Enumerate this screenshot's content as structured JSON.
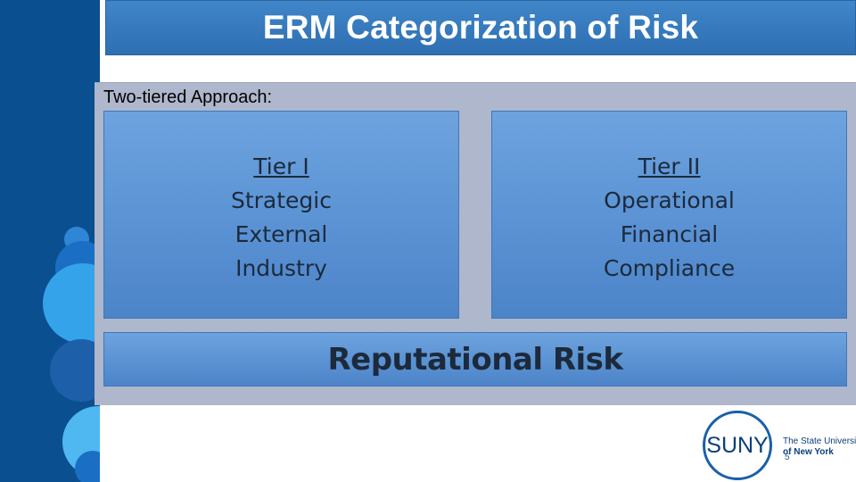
{
  "slide": {
    "title": "ERM Categorization of Risk",
    "panel_label": "Two-tiered Approach:",
    "tier_1": {
      "heading": "Tier I",
      "items": [
        "Strategic",
        "External",
        "Industry"
      ]
    },
    "tier_2": {
      "heading": "Tier II",
      "items": [
        "Operational",
        "Financial",
        "Compliance"
      ]
    },
    "reputational": "Reputational Risk",
    "page_number": "5"
  },
  "logo": {
    "mark": "SUNY",
    "line1": "The State University",
    "line2": "of New York",
    "icon": "suny-logo"
  },
  "colors": {
    "title_bar": "#2e6fb2",
    "panel": "#aeb7cb",
    "box": "#5a92d4",
    "left_band": "#0a4f8f"
  }
}
